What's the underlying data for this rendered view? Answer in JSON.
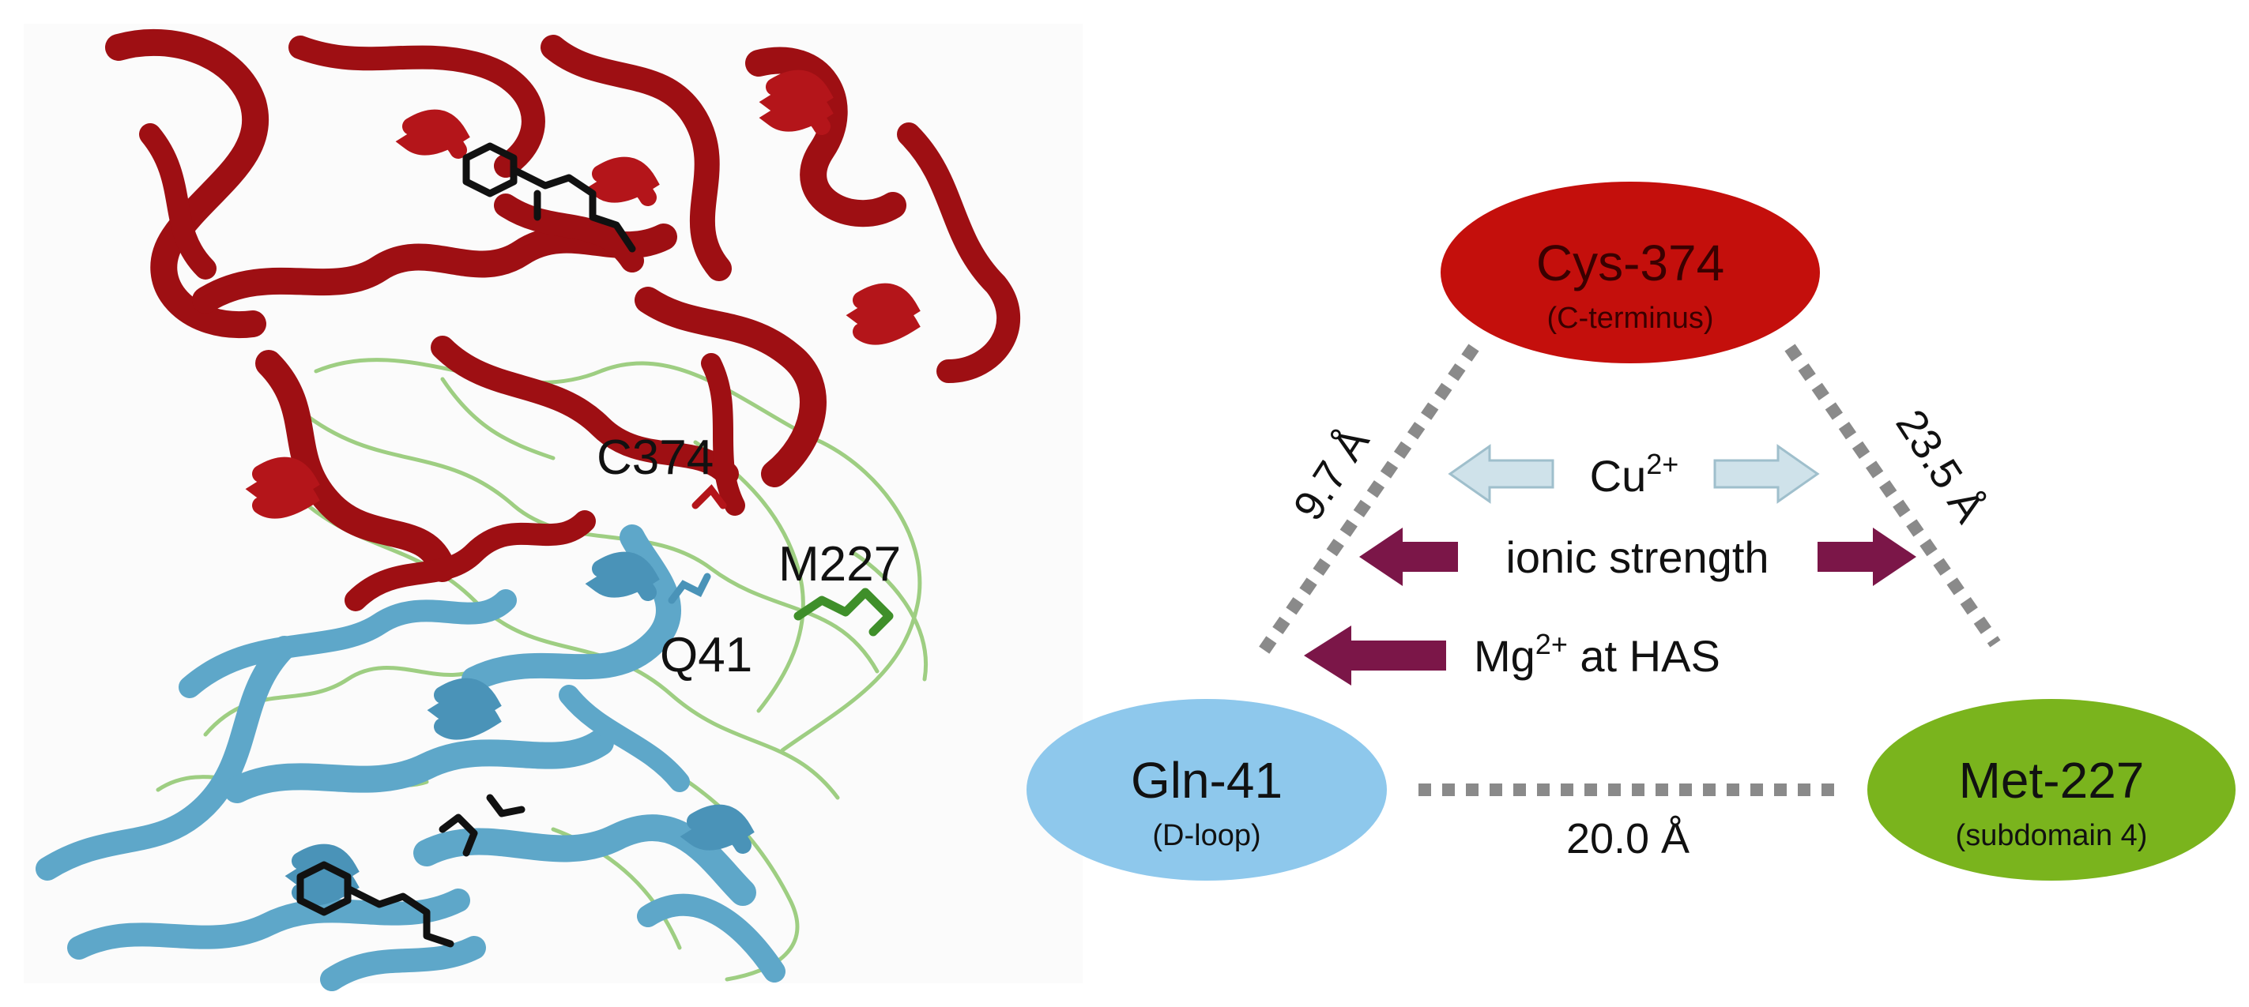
{
  "colors": {
    "protein_red": "#9e0f13",
    "protein_blue": "#5ea7c9",
    "protein_green": "#7fbf5a",
    "ligand_black": "#111111",
    "node_red": "#c40f0c",
    "node_blue": "#8ec8ec",
    "node_green": "#7ab41d",
    "arrow_light": "#cfe2ea",
    "arrow_dark": "#7b1648",
    "dotted_line": "#8a8a8a"
  },
  "structure": {
    "labels": {
      "c374": "C374",
      "m227": "M227",
      "q41": "Q41"
    }
  },
  "schematic": {
    "nodes": {
      "cys": {
        "name": "Cys-374",
        "sub": "(C-terminus)"
      },
      "gln": {
        "name": "Gln-41",
        "sub": "(D-loop)"
      },
      "met": {
        "name": "Met-227",
        "sub": "(subdomain 4)"
      }
    },
    "distances": {
      "cys_gln": "9.7 Å",
      "cys_met": "23.5 Å",
      "gln_met": "20.0 Å"
    },
    "effects": {
      "cu": {
        "base": "Cu",
        "sup": "2+",
        "rest": ""
      },
      "ionic": "ionic strength",
      "mg": {
        "base": "Mg",
        "sup": "2+",
        "rest": " at HAS"
      }
    }
  }
}
